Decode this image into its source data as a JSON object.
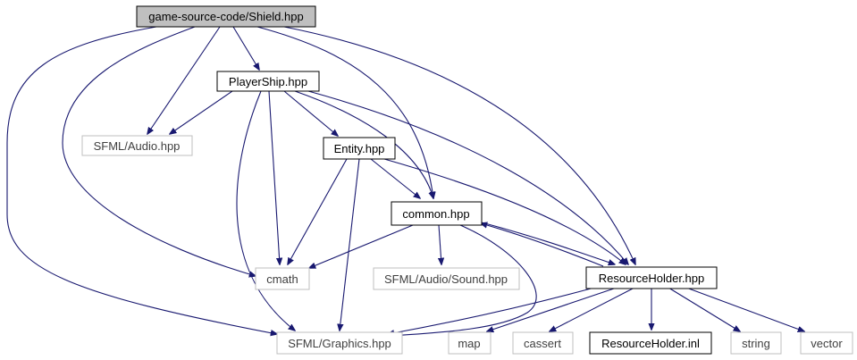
{
  "colors": {
    "edge": "#191970",
    "root_fill": "#bfbfbf",
    "node_border": "#000000",
    "external_border": "#bfbfbf",
    "external_text": "#404040"
  },
  "nodes": {
    "shield": "game-source-code/Shield.hpp",
    "playership": "PlayerShip.hpp",
    "sfml_audio": "SFML/Audio.hpp",
    "entity": "Entity.hpp",
    "common": "common.hpp",
    "cmath": "cmath",
    "sfml_audio_sound": "SFML/Audio/Sound.hpp",
    "resourceholder": "ResourceHolder.hpp",
    "sfml_graphics": "SFML/Graphics.hpp",
    "map": "map",
    "cassert": "cassert",
    "resourceholder_inl": "ResourceHolder.inl",
    "string": "string",
    "vector": "vector"
  }
}
